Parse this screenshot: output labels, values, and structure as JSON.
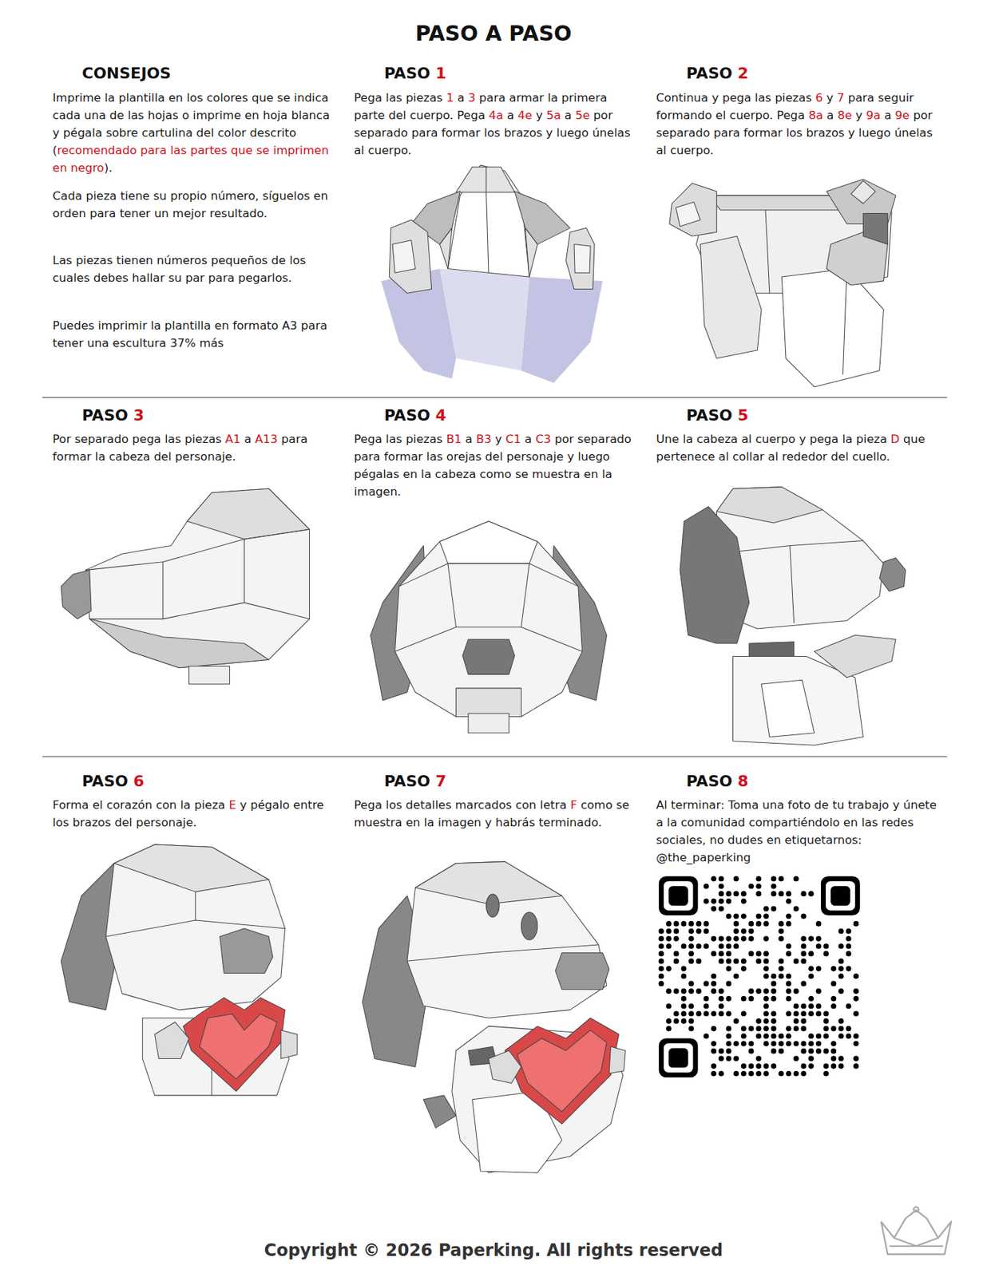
{
  "diagram": {
    "title": "PASO A PASO",
    "labels": [
      "CONSEJOS",
      "Imprime la plantilla en los colores que se indica cada una de las hojas o imprime en hoja blanca y pégala sobre cartulina del color descrito (",
      "recomendado para las partes que se imprimen en negro",
      ").",
      "Cada pieza tiene su propio número, síguelos en orden para tener un mejor resultado.",
      "Las piezas tienen números pequeños de los cuales debes hallar su par para pegarlos.",
      "Puedes imprimir la plantilla en formato A3 para tener una escultura 37% más",
      "PASO",
      "1",
      "Pega las piezas",
      "1",
      "a",
      "3",
      "para armar la primera parte del cuerpo. Pega",
      "4a",
      "a",
      "4e",
      "y",
      "5a",
      "a",
      "5e",
      "por separado para formar los brazos y luego únelas al cuerpo.",
      "PASO",
      "2",
      "Continua y pega las piezas",
      "6",
      "y",
      "7",
      "para seguir formando el cuerpo. Pega",
      "8a",
      "a",
      "8e",
      "y",
      "9a",
      "a",
      "9e",
      "por separado para formar los brazos y luego únelas al cuerpo.",
      "PASO",
      "3",
      "Por separado pega las piezas",
      "A1",
      "a",
      "A13",
      "para formar la cabeza del personaje.",
      "PASO",
      "4",
      "Pega las piezas",
      "B1",
      "a",
      "B3",
      "y",
      "C1",
      "a",
      "C3",
      "por separado para formar las orejas del personaje y luego pégalas en la cabeza como se muestra en la imagen.",
      "PASO",
      "5",
      "Une la cabeza al cuerpo y pega la pieza",
      "D",
      "que pertenece al collar al rededor del cuello.",
      "PASO",
      "6",
      "Forma el corazón con la pieza",
      "E",
      "y pégalo entre los brazos del personaje.",
      "PASO",
      "7",
      "Pega los detalles marcados con letra",
      "F",
      "como se muestra en la imagen y habrás terminado.",
      "PASO",
      "8",
      "Al terminar: Toma una foto de tu trabajo y únete a la comunidad compartiéndolo en las redes sociales, no dudes en etiquetarnos: @the_paperking",
      "Copyright © 2026 Paperking. All rights reserved"
    ]
  }
}
